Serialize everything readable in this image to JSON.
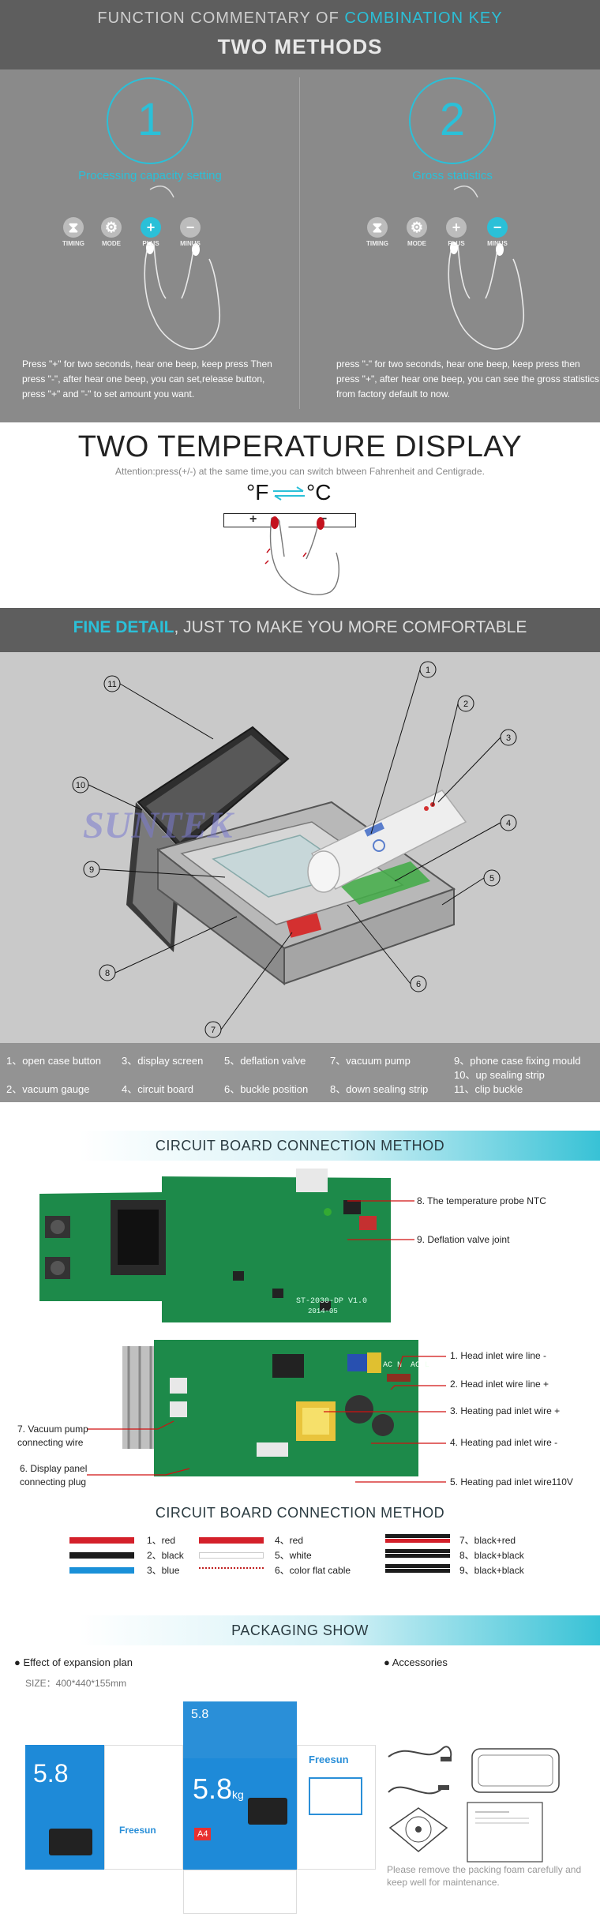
{
  "section1": {
    "subtitle_prefix": "FUNCTION COMMENTARY OF ",
    "subtitle_accent": "COMBINATION KEY",
    "title": "TWO METHODS",
    "method1": {
      "number": "1",
      "title": "Processing capacity setting",
      "text": "Press \"+\" for two seconds, hear one beep, keep press Then press \"-\", after hear one beep, you can set,release button, press \"+\" and \"-\" to set amount you want."
    },
    "method2": {
      "number": "2",
      "title": "Gross statistics",
      "text": "press \"-\" for two seconds, hear one beep, keep press then press \"+\", after hear one beep, you can see the gross statistics from factory default to now."
    },
    "keys": [
      "TIMING",
      "MODE",
      "PLUS",
      "MINUS"
    ]
  },
  "section2": {
    "title": "TWO TEMPERATURE DISPLAY",
    "attention": "Attention:press(+/-) at the same time,you can switch btween Fahrenheit and Centigrade.",
    "f_label": "°F",
    "c_label": "°C",
    "plus": "+",
    "minus": "−"
  },
  "section3": {
    "title_bold": "FINE DETAIL",
    "title_rest": ", JUST TO MAKE YOU MORE COMFORTABLE",
    "watermark": "SUNTEK",
    "callouts": [
      "1",
      "2",
      "3",
      "4",
      "5",
      "6",
      "7",
      "8",
      "9",
      "10",
      "11"
    ],
    "legend_row1": [
      "1、open case button",
      "3、display screen",
      "5、deflation valve",
      "7、vacuum pump",
      "9、phone case fixing mould"
    ],
    "legend_row1b": "10、up sealing strip",
    "legend_row2": [
      "2、vacuum gauge",
      "4、circuit board",
      "6、buckle position",
      "8、down sealing strip",
      "11、clip buckle"
    ]
  },
  "section4": {
    "title": "CIRCUIT BOARD CONNECTION METHOD",
    "title2": "CIRCUIT BOARD CONNECTION METHOD",
    "board_text": "ST-2030-DP V1.0",
    "board_date": "2014-05",
    "board_ac_n": "AC N",
    "board_ac_l": "AC L",
    "notes_top": [
      "8. The temperature probe NTC",
      "9. Deflation valve joint"
    ],
    "notes_right": [
      "1. Head inlet wire line -",
      "2. Head inlet wire line +",
      "3. Heating pad inlet wire +",
      "4.  Heating pad inlet wire -",
      "5. Heating pad inlet wire110V"
    ],
    "note_left1": "7. Vacuum pump connecting wire",
    "note_left2": "6. Display panel connecting plug",
    "wires": [
      {
        "label": "1、red",
        "color": "#d4202a"
      },
      {
        "label": "2、black",
        "color": "#1c1c1c"
      },
      {
        "label": "3、blue",
        "color": "#1a90d8"
      },
      {
        "label": "4、red",
        "color": "#d4202a"
      },
      {
        "label": "5、white",
        "color": "#ffffff"
      },
      {
        "label": "6、color flat cable",
        "color": "#e05050"
      },
      {
        "label": "7、black+red",
        "color": "#1c1c1c"
      },
      {
        "label": "8、black+black",
        "color": "#1c1c1c"
      },
      {
        "label": "9、black+black",
        "color": "#1c1c1c"
      }
    ]
  },
  "section5": {
    "title": "PACKAGING SHOW",
    "left_label": "Effect of expansion plan",
    "size": "SIZE：400*440*155mm",
    "right_label": "Accessories",
    "note": "Please remove the packing foam carefully and keep well for maintenance.",
    "box_weight": "5.8",
    "box_unit": "kg",
    "box_brand": "Freesun",
    "box_size": "A4"
  }
}
